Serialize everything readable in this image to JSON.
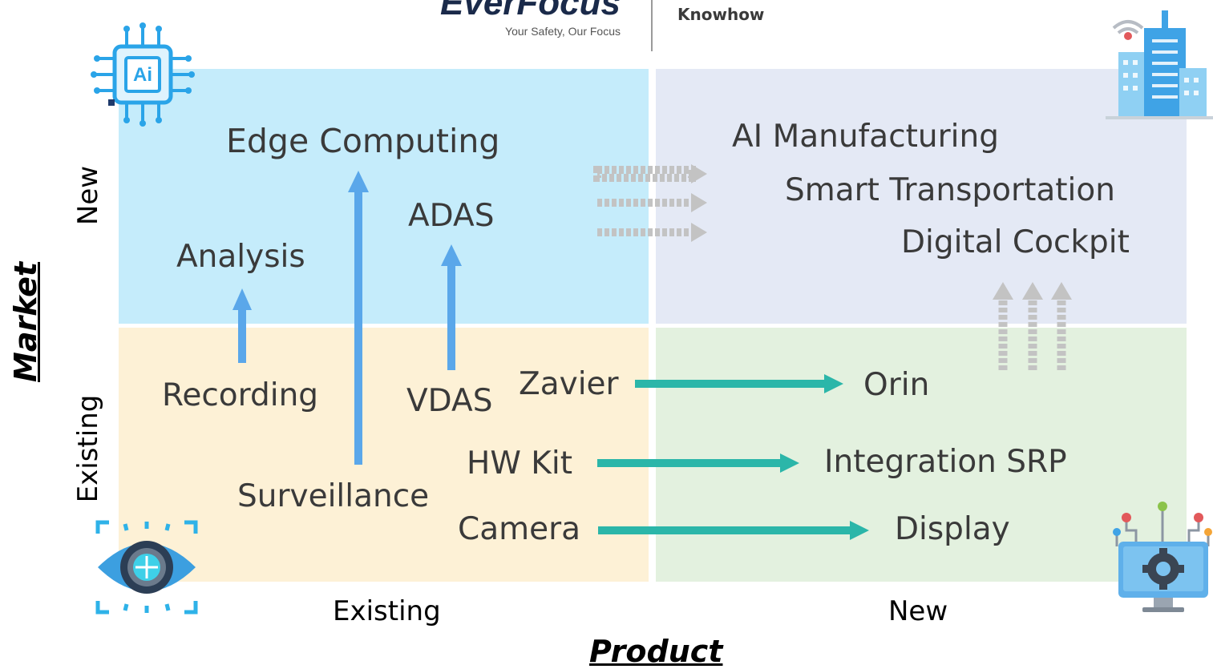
{
  "header": {
    "logo_text": "EverFocus",
    "tagline": "Your Safety, Our Focus",
    "right_text": "Knowhow"
  },
  "axes": {
    "x_title": "Product",
    "y_title": "Market",
    "x_existing": "Existing",
    "x_new": "New",
    "y_new": "New",
    "y_existing": "Existing"
  },
  "quadrants": {
    "top_left_color": "#c5ecfb",
    "top_right_color": "#e4e9f5",
    "bottom_left_color": "#fdf1d6",
    "bottom_right_color": "#e3f1df"
  },
  "nodes": {
    "edge_computing": "Edge Computing",
    "adas": "ADAS",
    "analysis": "Analysis",
    "recording": "Recording",
    "vdas": "VDAS",
    "surveillance": "Surveillance",
    "zavier": "Zavier",
    "hw_kit": "HW Kit",
    "camera": "Camera",
    "orin": "Orin",
    "integration_srp": "Integration SRP",
    "display": "Display",
    "ai_manufacturing": "AI Manufacturing",
    "smart_transportation": "Smart Transportation",
    "digital_cockpit": "Digital Cockpit"
  },
  "colors": {
    "vertical_arrow": "#5aa7ea",
    "horizontal_arrow": "#2bb6a9",
    "dashed_arrow": "#c3c3c3"
  },
  "icons": {
    "top_left": "ai-chip-icon",
    "top_right": "smart-building-icon",
    "bottom_left": "eye-scan-icon",
    "bottom_right": "monitor-gear-icon"
  }
}
